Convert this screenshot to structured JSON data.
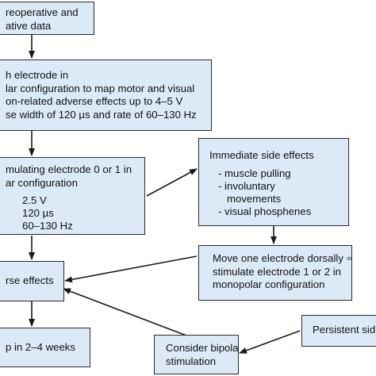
{
  "flowchart": {
    "box_preop": {
      "lines": [
        "reoperative and",
        "ative data"
      ]
    },
    "box_map": {
      "lines": [
        "h electrode in",
        "lar configuration to map motor and visual",
        "on-related adverse effects up to 4–5 V",
        "se width of 120 µs and rate of 60–130 Hz"
      ]
    },
    "box_stim": {
      "lines": [
        "mulating electrode 0 or 1 in",
        "ar configuration"
      ],
      "params": [
        "2.5 V",
        "120 µs",
        "60–130 Hz"
      ]
    },
    "box_immediate": {
      "title": "Immediate side effects",
      "items": [
        "- muscle pulling",
        "- involuntary",
        "movements",
        "- visual phosphenes"
      ]
    },
    "box_move": {
      "lines": [
        "Move one electrode dorsally ⇒",
        "stimulate electrode 1 or 2 in",
        "monopolar configuration"
      ]
    },
    "box_adverse": {
      "lines": [
        "rse effects"
      ]
    },
    "box_followup": {
      "lines": [
        "p in 2–4 weeks"
      ]
    },
    "box_bipolar": {
      "lines": [
        "Consider bipolar",
        "stimulation"
      ]
    },
    "box_persistent": {
      "lines": [
        "Persistent sid"
      ]
    }
  },
  "colors": {
    "box_fill": "#dce9f7",
    "border": "#2b2b2b",
    "arrow": "#1a1a1a"
  }
}
